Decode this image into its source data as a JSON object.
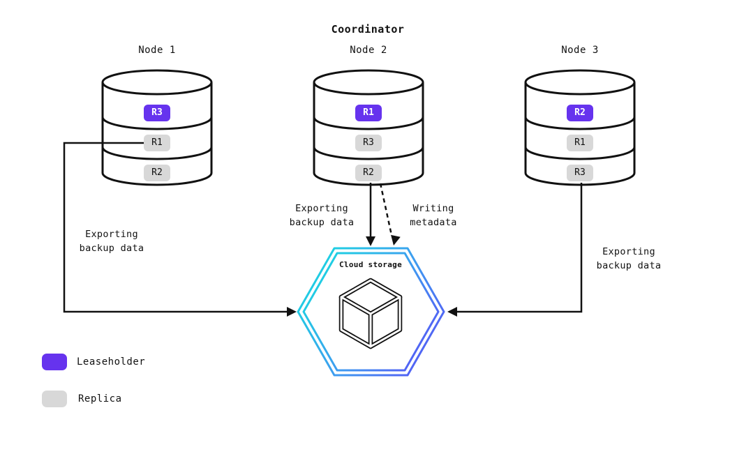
{
  "title": "Coordinator",
  "nodes": [
    {
      "label": "Node 1",
      "replicas": [
        {
          "id": "R3",
          "role": "leaseholder"
        },
        {
          "id": "R1",
          "role": "replica"
        },
        {
          "id": "R2",
          "role": "replica"
        }
      ]
    },
    {
      "label": "Node 2",
      "replicas": [
        {
          "id": "R1",
          "role": "leaseholder"
        },
        {
          "id": "R3",
          "role": "replica"
        },
        {
          "id": "R2",
          "role": "replica"
        }
      ]
    },
    {
      "label": "Node 3",
      "replicas": [
        {
          "id": "R2",
          "role": "leaseholder"
        },
        {
          "id": "R1",
          "role": "replica"
        },
        {
          "id": "R3",
          "role": "replica"
        }
      ]
    }
  ],
  "cloud": {
    "label": "Cloud storage"
  },
  "edges": {
    "node1_export": {
      "line1": "Exporting",
      "line2": "backup data",
      "style": "solid"
    },
    "node2_export": {
      "line1": "Exporting",
      "line2": "backup data",
      "style": "solid"
    },
    "node2_metadata": {
      "line1": "Writing",
      "line2": "metadata",
      "style": "dashed"
    },
    "node3_export": {
      "line1": "Exporting",
      "line2": "backup data",
      "style": "solid"
    }
  },
  "legend": {
    "leaseholder": {
      "label": "Leaseholder",
      "color": "#6633ee"
    },
    "replica": {
      "label": "Replica",
      "color": "#d8d8d8"
    }
  },
  "colors": {
    "line": "#111111",
    "hex_gradient_start": "#19d8e0",
    "hex_gradient_end": "#5656f5"
  }
}
